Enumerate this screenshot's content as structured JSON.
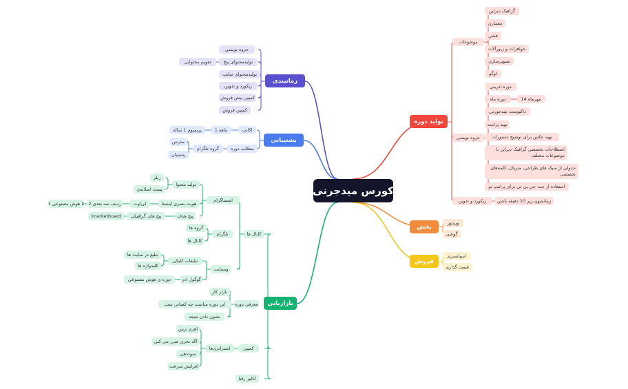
{
  "root": "کورس میدجرنی",
  "branches": [
    {
      "id": "production",
      "label": "تولید دوره",
      "color": "#f0463c",
      "tint": "#fde0de",
      "topics": {
        "label": "موضوعات",
        "items": [
          "گرافیک دیزاین",
          "معماری",
          "فشن",
          "جواهرات و زیورآلات",
          "تصویرسازی",
          "لوگو"
        ]
      },
      "booklet": {
        "label": "جزوه نویسی",
        "items": [
          "دوره ادریبی",
          "دوره ماه",
          "داکیومنت میدجورنی",
          "تهیه پرامت",
          "تهیه عکس برای توضیح دستورات",
          "اصطلاحات تخصصی گرافیک دیزاین با موضوعات مختلف",
          "جدولی از سبک های طراحی، متریال، کلمه‌های تخصصی",
          "استفاده از چت جی پی تی برای پرامپ نو"
        ],
        "month_child": "مهرماه 14"
      },
      "recording": {
        "label": "ریکورد و تدوین",
        "child": "زمانشون زیر 10 دقیقه باشن"
      }
    },
    {
      "id": "distribution",
      "label": "پخش",
      "color": "#f08c3c",
      "tint": "#fde8d6",
      "items": [
        "ویندوز",
        "گوشی"
      ]
    },
    {
      "id": "sales",
      "label": "فروش",
      "color": "#f5c518",
      "tint": "#fdf4cf",
      "items": [
        "اسپانسری",
        "قیمت گذاری"
      ]
    },
    {
      "id": "timing",
      "label": "زمانبندی",
      "color": "#5a4fcf",
      "tint": "#e4e2f7",
      "items": [
        "جزوه نویسی",
        "تولیدمحتوای پیج",
        "تولیدمحتوای سایت",
        "ریکورد و تدوین",
        "کمپین پیش فروش",
        "کمپین فروش"
      ],
      "content_calendar": "تقویم محتوایی"
    },
    {
      "id": "support",
      "label": "پشتیبانی",
      "color": "#4a7cf0",
      "tint": "#e0e9fd",
      "account": {
        "label": "اکانت",
        "child": "ماهه 1",
        "grandchild": "پریمیوم 1 ساله"
      },
      "course_content": {
        "label": "مطالب دوره",
        "child": "گروه تلگرام",
        "items": [
          "مدرس",
          "پشتیبان"
        ]
      }
    },
    {
      "id": "marketing",
      "label": "بازاریابی",
      "color": "#15b371",
      "tint": "#d6f3e6",
      "channels": {
        "label": "کانال ها",
        "instagram": {
          "label": "اینستاگرام",
          "content": {
            "label": "تولید محتوا",
            "items": [
              "ریلز",
              "پست اسلایدی"
            ]
          },
          "identity": {
            "label": "هویت بصری اینستا",
            "child": "لی‌اوت",
            "grandchild": "ردیف سه بعدی 2",
            "leaf": "تا هوش مصنوعی 1"
          },
          "target_pages": {
            "label": "پیج هدف",
            "child": "پیج های گرافیکی",
            "grandchild": "imarketboard"
          }
        },
        "telegram": {
          "label": "تلگرام",
          "items": [
            "گروه ها",
            "کانال ها"
          ]
        },
        "website": {
          "label": "وبسایت",
          "ads": {
            "label": "تبلیغات کلیکی",
            "items": [
              "تبلیغ در سایت ها",
              "کلیدواژه ها"
            ]
          },
          "google": {
            "label": "گوگول ادز",
            "child": "دوره ی هوش مصنوعی"
          }
        }
      },
      "intro": {
        "label": "معرفی دوره",
        "items": [
          "بازار کار",
          "این دوره مناسب چه کسانی ست",
          "نشون دادن نتیجه"
        ]
      },
      "campaign": {
        "label": "کمپین",
        "strategy": {
          "label": "استراتژی‌ها",
          "items": [
            "اهرم ترس",
            "اگه نخری ضرر می کنی",
            "سوددهی",
            "افزایش سرعت"
          ]
        }
      },
      "analytics": "انالیز رقبا"
    }
  ]
}
